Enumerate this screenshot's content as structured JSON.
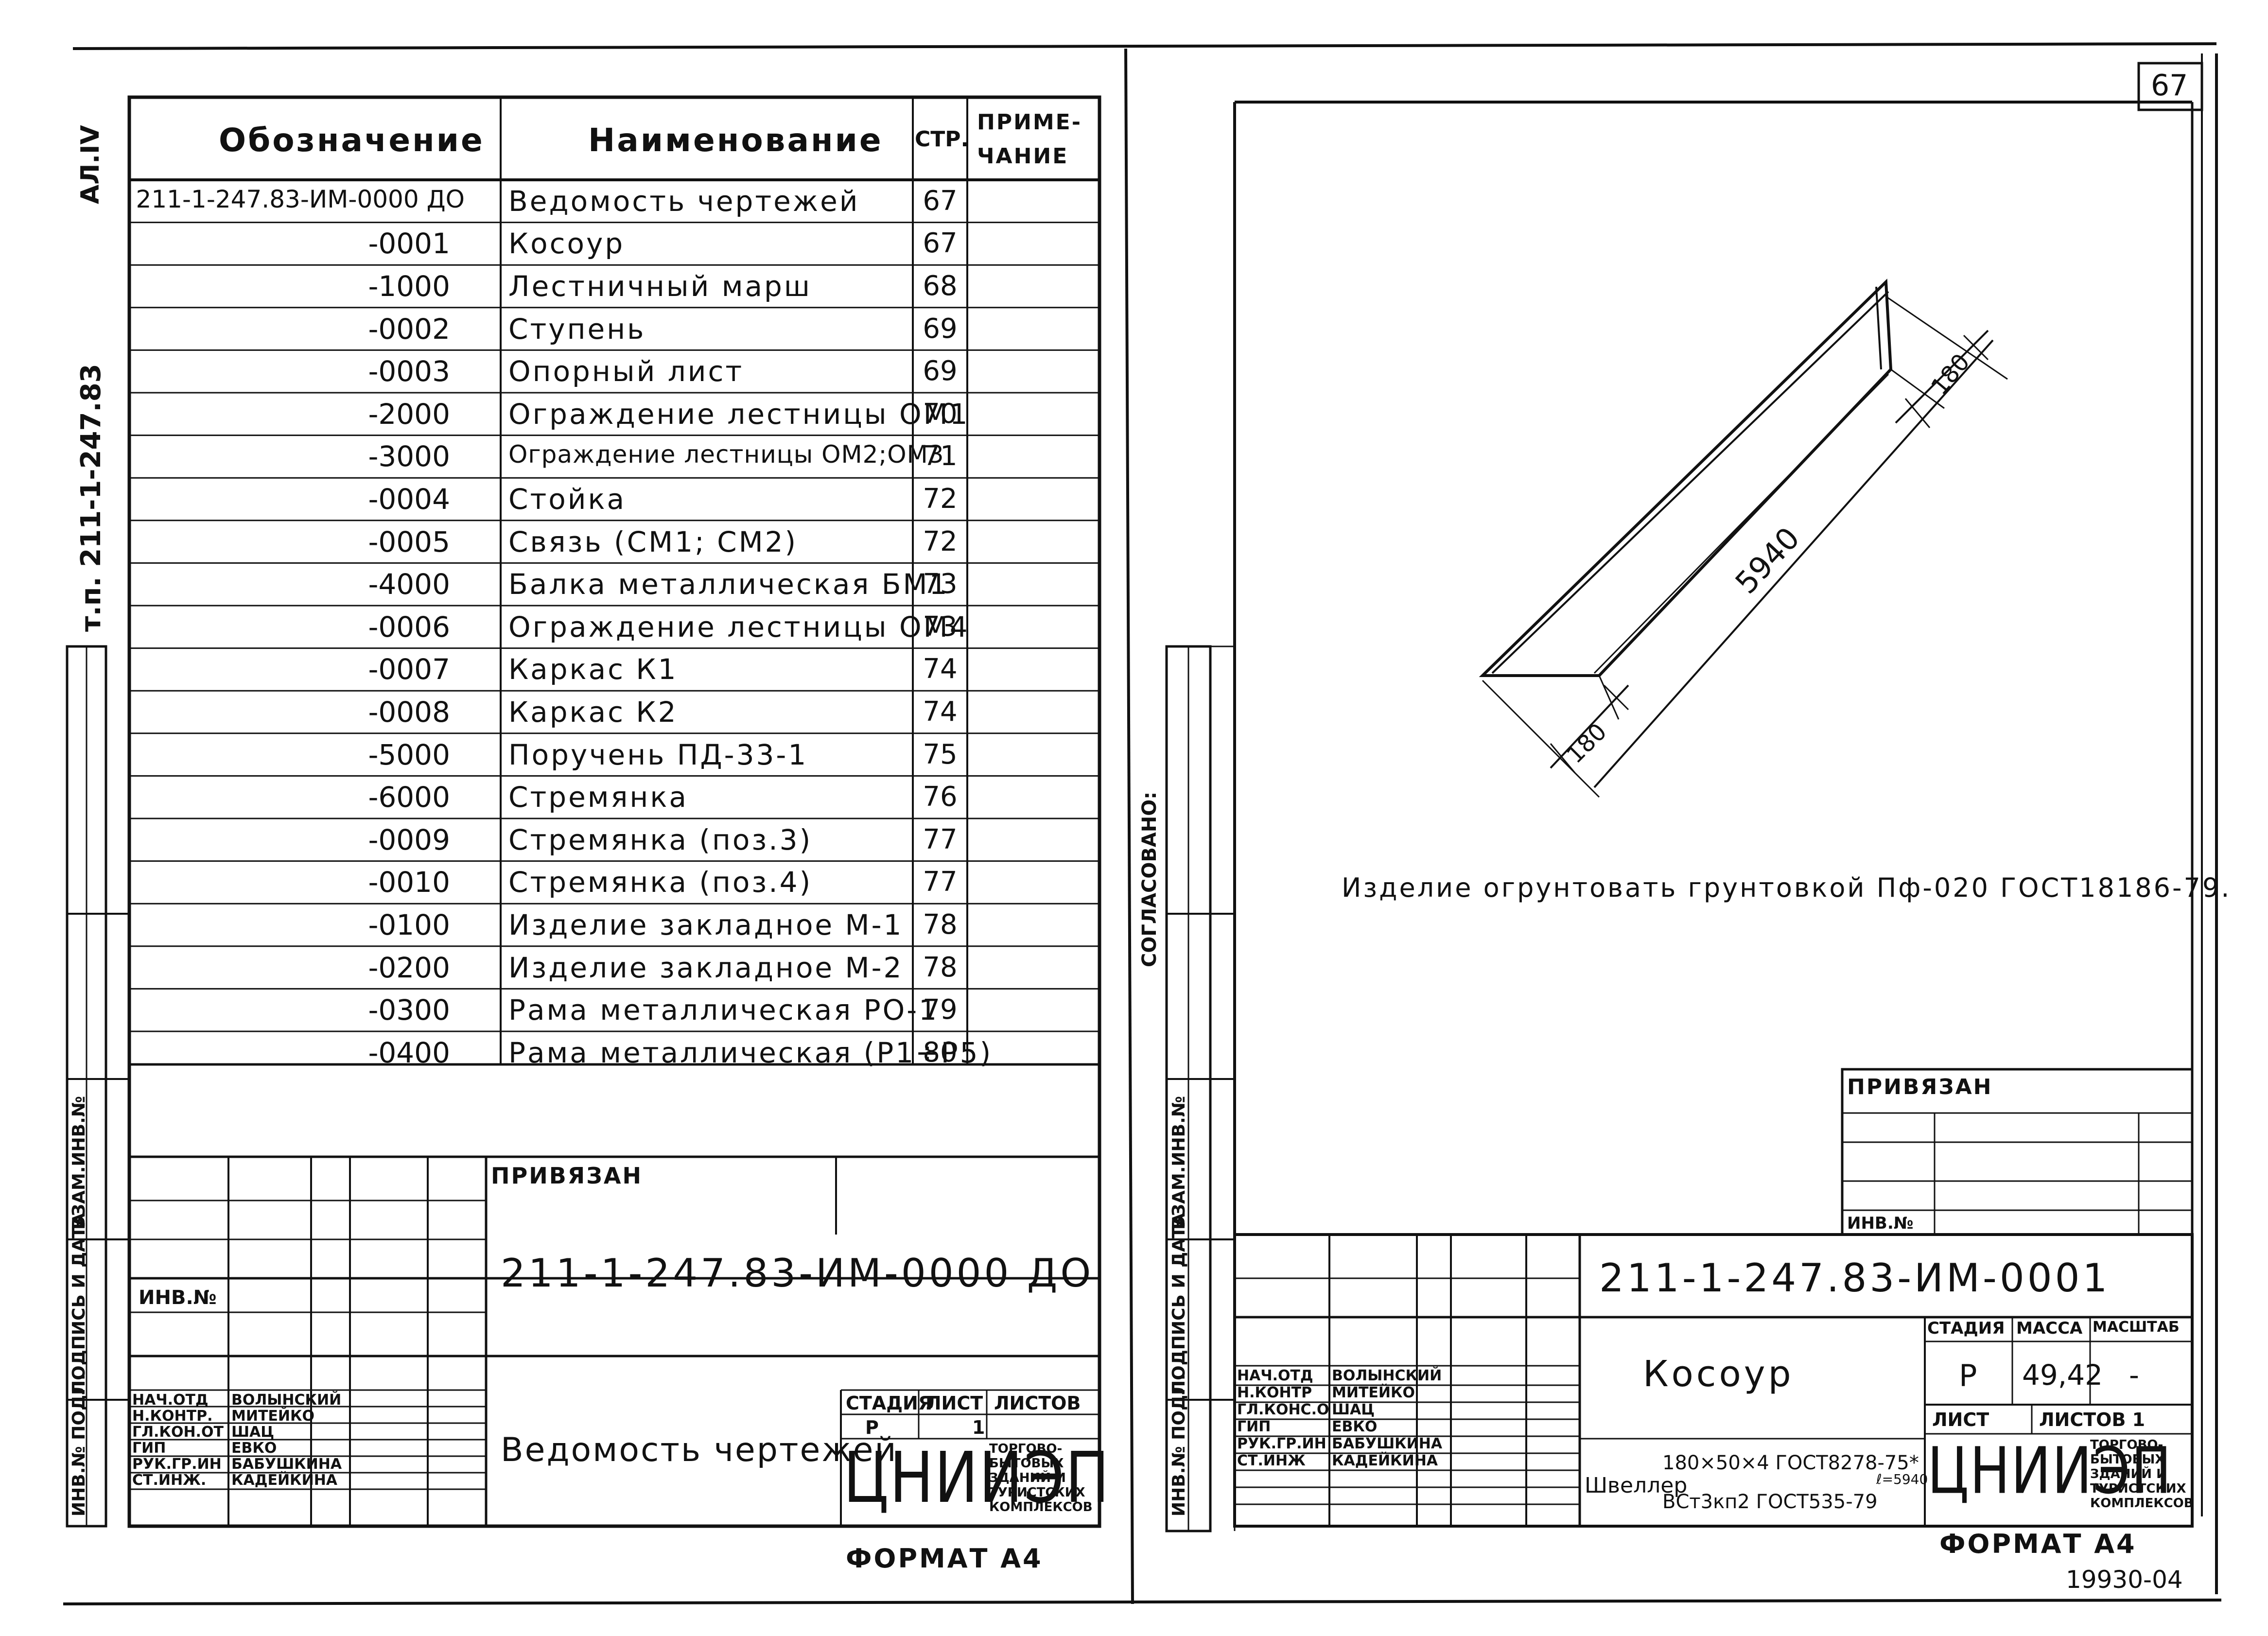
{
  "sheet_number": "67",
  "side_text_top": "АЛ.IV",
  "side_text_project": "т.п. 211-1-247.83",
  "side_stamp_labels": [
    "ИНВ.№ ПОДЛ.",
    "ПОДПИСЬ И ДАТА",
    "ВЗАМ.ИНВ.№"
  ],
  "soglasovano": "СОГЛАСОВАНО:",
  "table": {
    "headers": {
      "designation": "Обозначение",
      "name": "Наименование",
      "page": "СТР.",
      "note_line1": "ПРИМЕ-",
      "note_line2": "ЧАНИЕ"
    },
    "rows": [
      {
        "designation": "211-1-247.83-ИМ-0000 ДО",
        "name": "Ведомость чертежей",
        "page": "67"
      },
      {
        "designation": "-0001",
        "name": "Косоур",
        "page": "67"
      },
      {
        "designation": "-1000",
        "name": "Лестничный марш",
        "page": "68"
      },
      {
        "designation": "-0002",
        "name": "Ступень",
        "page": "69"
      },
      {
        "designation": "-0003",
        "name": "Опорный лист",
        "page": "69"
      },
      {
        "designation": "-2000",
        "name": "Ограждение лестницы ОМ1",
        "page": "70"
      },
      {
        "designation": "-3000",
        "name": "Ограждение лестницы ОМ2;ОМ3",
        "page": "71"
      },
      {
        "designation": "-0004",
        "name": "Стойка",
        "page": "72"
      },
      {
        "designation": "-0005",
        "name": "Связь (СМ1; СМ2)",
        "page": "72"
      },
      {
        "designation": "-4000",
        "name": "Балка металлическая БМ1",
        "page": "73"
      },
      {
        "designation": "-0006",
        "name": "Ограждение лестницы ОМ4",
        "page": "73"
      },
      {
        "designation": "-0007",
        "name": "Каркас К1",
        "page": "74"
      },
      {
        "designation": "-0008",
        "name": "Каркас К2",
        "page": "74"
      },
      {
        "designation": "-5000",
        "name": "Поручень ПД-33-1",
        "page": "75"
      },
      {
        "designation": "-6000",
        "name": "Стремянка",
        "page": "76"
      },
      {
        "designation": "-0009",
        "name": "Стремянка (поз.3)",
        "page": "77"
      },
      {
        "designation": "-0010",
        "name": "Стремянка (поз.4)",
        "page": "77"
      },
      {
        "designation": "-0100",
        "name": "Изделие закладное М-1",
        "page": "78"
      },
      {
        "designation": "-0200",
        "name": "Изделие закладное М-2",
        "page": "78"
      },
      {
        "designation": "-0300",
        "name": "Рама металлическая РО-1",
        "page": "79"
      },
      {
        "designation": "-0400",
        "name": "Рама металлическая (Р1÷Р5)",
        "page": "80"
      }
    ]
  },
  "left_titleblock": {
    "privyazan": "ПРИВЯЗАН",
    "inv": "ИНВ.№",
    "doc_code": "211-1-247.83-ИМ-0000 ДО",
    "title": "Ведомость чертежей",
    "stage_label": "СТАДИЯ",
    "sheet_label": "ЛИСТ",
    "sheets_label": "ЛИСТОВ",
    "stage": "Р",
    "sheet": "1",
    "org": "ЦНИИЭП",
    "org_desc": [
      "ТОРГОВО-",
      "БЫТОВЫХ",
      "ЗДАНИЙ И",
      "ТУРИСТСКИХ",
      "КОМПЛЕКСОВ"
    ],
    "signers": [
      {
        "role": "НАЧ.ОТД",
        "name": "ВОЛЫНСКИЙ"
      },
      {
        "role": "Н.КОНТР.",
        "name": "МИТЕЙКО"
      },
      {
        "role": "ГЛ.КОН.ОТ",
        "name": "ШАЦ"
      },
      {
        "role": "ГИП",
        "name": "ЕВКО"
      },
      {
        "role": "РУК.ГР.ИН",
        "name": "БАБУШКИНА"
      },
      {
        "role": "СТ.ИНЖ.",
        "name": "КАДЕЙКИНА"
      }
    ]
  },
  "drawing": {
    "dim_length": "5940",
    "dim_flange_top": "180",
    "dim_flange_bottom": "180",
    "note": "Изделие огрунтовать грунтовкой Пф-020 ГОСТ18186-79."
  },
  "right_titleblock": {
    "privyazan": "ПРИВЯЗАН",
    "inv": "ИНВ.№",
    "doc_code": "211-1-247.83-ИМ-0001",
    "title": "Косоур",
    "stage_label": "СТАДИЯ",
    "mass_label": "МАССА",
    "scale_label": "МАСШТАБ",
    "stage": "Р",
    "mass": "49,42",
    "scale": "-",
    "sheet_label": "ЛИСТ",
    "sheets_label": "ЛИСТОВ 1",
    "material_label": "Швеллер",
    "material_line1": "180×50×4 ГОСТ8278-75*",
    "material_line2": "ВСт3кп2 ГОСТ535-79",
    "material_length": "ℓ=5940",
    "org": "ЦНИИЭП",
    "org_desc": [
      "ТОРГОВО-",
      "БЫТОВЫХ",
      "ЗДАНИЙ И",
      "ТУРИСТСКИХ",
      "КОМПЛЕКСОВ"
    ],
    "signers": [
      {
        "role": "НАЧ.ОТД",
        "name": "ВОЛЫНСКИЙ"
      },
      {
        "role": "Н.КОНТР",
        "name": "МИТЕЙКО"
      },
      {
        "role": "ГЛ.КОНС.О",
        "name": "ШАЦ"
      },
      {
        "role": "ГИП",
        "name": "ЕВКО"
      },
      {
        "role": "РУК.ГР.ИН",
        "name": "БАБУШКИНА"
      },
      {
        "role": "СТ.ИНЖ",
        "name": "КАДЕЙКИНА"
      }
    ]
  },
  "format_left": "ФОРМАТ  А4",
  "format_right": "ФОРМАТ  А4",
  "archive_number": "19930-04"
}
